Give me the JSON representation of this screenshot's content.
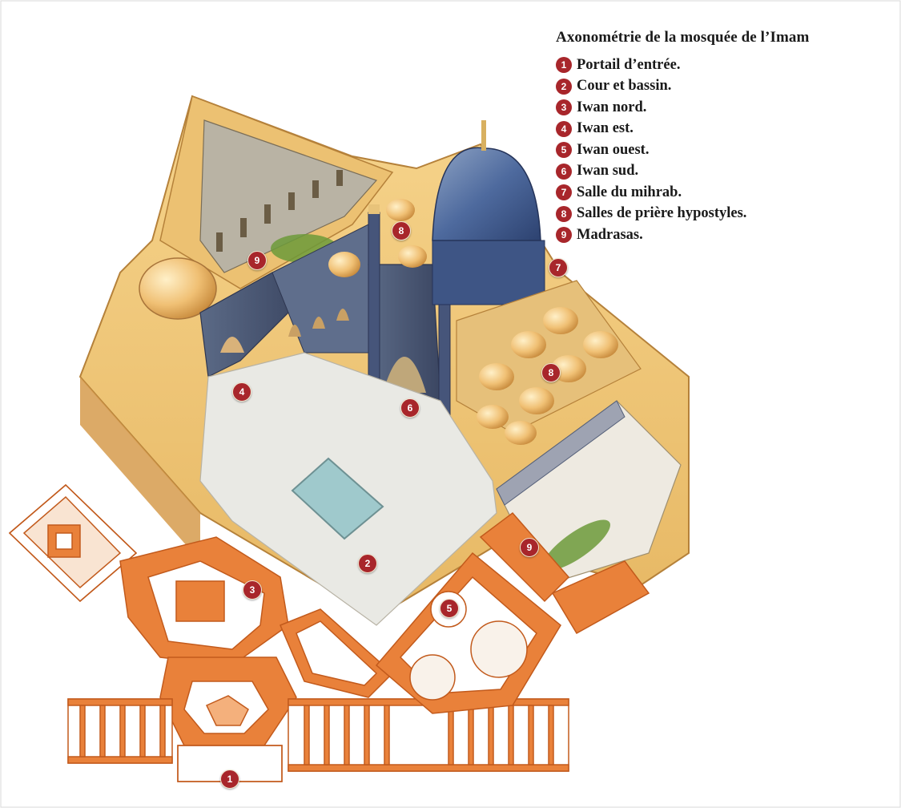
{
  "legend": {
    "title": "Axonométrie de la mosquée de l’Imam",
    "items": [
      {
        "num": "1",
        "label": "Portail d’entrée."
      },
      {
        "num": "2",
        "label": "Cour et bassin."
      },
      {
        "num": "3",
        "label": "Iwan nord."
      },
      {
        "num": "4",
        "label": "Iwan est."
      },
      {
        "num": "5",
        "label": "Iwan ouest."
      },
      {
        "num": "6",
        "label": "Iwan sud."
      },
      {
        "num": "7",
        "label": "Salle du mihrab."
      },
      {
        "num": "8",
        "label": "Salles de prière hypostyles."
      },
      {
        "num": "9",
        "label": "Madrasas."
      }
    ]
  },
  "markers": [
    "1",
    "2",
    "3",
    "4",
    "5",
    "6",
    "7",
    "8",
    "8",
    "9",
    "9"
  ],
  "colors": {
    "marker": "#a8262b",
    "plan": "#e9813a",
    "sand": "#efc678",
    "dome": "#4e6a9e",
    "courtyard": "#e9e9e4",
    "pool": "#9fc9cc"
  }
}
